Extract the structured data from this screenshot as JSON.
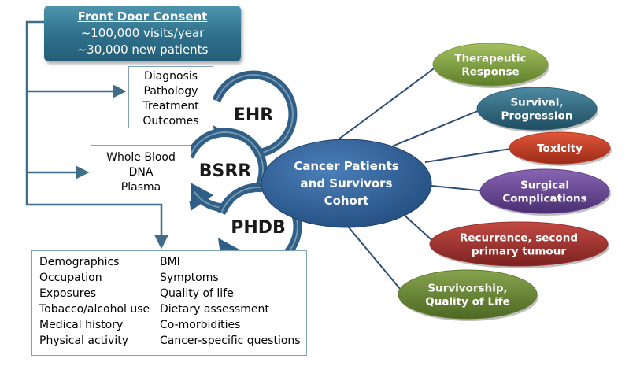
{
  "consent": {
    "title": "Front Door Consent",
    "visits": "~100,000 visits/year",
    "new_patients": "~30,000 new patients",
    "color": "#2e6f8a"
  },
  "clinical_box": {
    "items": [
      "Diagnosis",
      "Pathology",
      "Treatment",
      "Outcomes"
    ]
  },
  "biospecimen_box": {
    "items": [
      "Whole Blood",
      "DNA",
      "Plasma"
    ]
  },
  "questionnaire_box": {
    "left": [
      "Demographics",
      "Occupation",
      "Exposures",
      "Tobacco/alcohol use",
      "Medical history",
      "Physical activity"
    ],
    "right": [
      "BMI",
      "Symptoms",
      "Quality of life",
      "Dietary assessment",
      "Co-morbidities",
      "Cancer-specific questions"
    ]
  },
  "rings": [
    {
      "label": "EHR",
      "color": "#2f5f86"
    },
    {
      "label": "BSRR",
      "color": "#2f5f86"
    },
    {
      "label": "PHDB",
      "color": "#2f5f86"
    }
  ],
  "cohort": {
    "lines": [
      "Cancer Patients",
      "and Survivors",
      "Cohort"
    ],
    "color": "#2d5d93"
  },
  "outcomes": [
    {
      "lines": [
        "Therapeutic",
        "Response"
      ],
      "color": "#7a9b3c"
    },
    {
      "lines": [
        "Survival,",
        "Progression"
      ],
      "color": "#2b6077"
    },
    {
      "lines": [
        "Toxicity"
      ],
      "color": "#b5361f"
    },
    {
      "lines": [
        "Surgical",
        "Complications"
      ],
      "color": "#5f3f8a"
    },
    {
      "lines": [
        "Recurrence, second",
        "primary tumour"
      ],
      "color": "#9a2e2b"
    },
    {
      "lines": [
        "Survivorship,",
        "Quality of Life"
      ],
      "color": "#607a30"
    }
  ]
}
